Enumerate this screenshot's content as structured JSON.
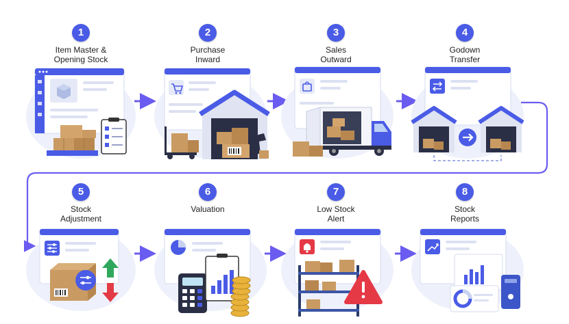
{
  "steps": [
    {
      "number": "1",
      "label": "Item Master &\nOpening Stock",
      "icon": "box-cube-icon"
    },
    {
      "number": "2",
      "label": "Purchase\nInward",
      "icon": "cart-icon"
    },
    {
      "number": "3",
      "label": "Sales\nOutward",
      "icon": "shopping-bag-icon"
    },
    {
      "number": "4",
      "label": "Godown\nTransfer",
      "icon": "transfer-arrows-icon"
    },
    {
      "number": "5",
      "label": "Stock\nAdjustment",
      "icon": "sliders-icon"
    },
    {
      "number": "6",
      "label": "Valuation",
      "icon": "pie-chart-icon"
    },
    {
      "number": "7",
      "label": "Low Stock\nAlert",
      "icon": "bell-icon"
    },
    {
      "number": "8",
      "label": "Stock\nReports",
      "icon": "trend-chart-icon"
    }
  ],
  "colors": {
    "accent": "#4a5be6",
    "connector": "#6a5cf0",
    "panel": "#eef1fb",
    "box": "#c99a62",
    "alert": "#e53946",
    "up": "#2fa85b",
    "down": "#e33b45"
  }
}
